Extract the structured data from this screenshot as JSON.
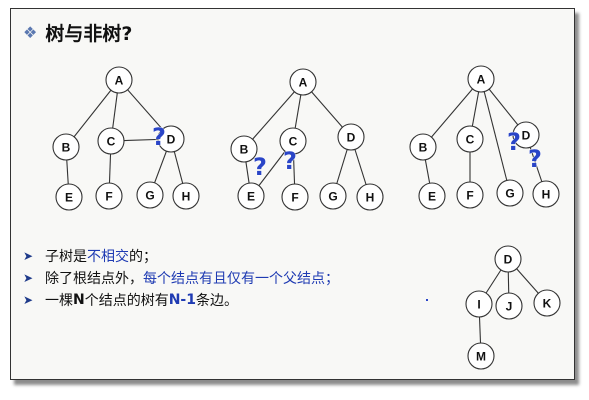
{
  "title": {
    "icon": "diamond-bullet-icon",
    "text": "树与非树?"
  },
  "bullets": [
    {
      "icon": "arrow-bullet-icon",
      "parts": [
        {
          "text": "子树是",
          "style": "normal"
        },
        {
          "text": "不相交",
          "style": "blue"
        },
        {
          "text": "的；",
          "style": "normal"
        }
      ]
    },
    {
      "icon": "arrow-bullet-icon",
      "parts": [
        {
          "text": "除了根结点外，",
          "style": "normal"
        },
        {
          "text": "每个结点有且仅有一个父结点；",
          "style": "blue"
        }
      ]
    },
    {
      "icon": "arrow-bullet-icon",
      "parts": [
        {
          "text": "一棵",
          "style": "normal"
        },
        {
          "text": "N",
          "style": "bold"
        },
        {
          "text": "个结点的树有",
          "style": "normal"
        },
        {
          "text": "N-1",
          "style": "blue-bold"
        },
        {
          "text": "条边。",
          "style": "normal"
        }
      ]
    }
  ],
  "question_mark": "?",
  "colors": {
    "node_stroke": "#333333",
    "question_blue": "#2a45c7",
    "text_blue": "#1f3bb3",
    "arrow": "#1e3a8a"
  },
  "trees": [
    {
      "nodes": [
        "A",
        "B",
        "C",
        "D",
        "E",
        "F",
        "G",
        "H"
      ],
      "edges": [
        [
          "A",
          "B"
        ],
        [
          "A",
          "C"
        ],
        [
          "A",
          "D"
        ],
        [
          "B",
          "E"
        ],
        [
          "C",
          "F"
        ],
        [
          "C",
          "D"
        ],
        [
          "D",
          "G"
        ],
        [
          "D",
          "H"
        ]
      ],
      "question_marks": 1
    },
    {
      "nodes": [
        "A",
        "B",
        "C",
        "D",
        "E",
        "F",
        "G",
        "H"
      ],
      "edges": [
        [
          "A",
          "B"
        ],
        [
          "A",
          "C"
        ],
        [
          "A",
          "D"
        ],
        [
          "B",
          "E"
        ],
        [
          "C",
          "E"
        ],
        [
          "C",
          "F"
        ],
        [
          "D",
          "G"
        ],
        [
          "D",
          "H"
        ]
      ],
      "question_marks": 2
    },
    {
      "nodes": [
        "A",
        "B",
        "C",
        "D",
        "E",
        "F",
        "G",
        "H"
      ],
      "edges": [
        [
          "A",
          "B"
        ],
        [
          "A",
          "C"
        ],
        [
          "A",
          "D"
        ],
        [
          "A",
          "G"
        ],
        [
          "B",
          "E"
        ],
        [
          "C",
          "F"
        ],
        [
          "D",
          "H"
        ]
      ],
      "question_marks": 2
    },
    {
      "nodes": [
        "D",
        "I",
        "J",
        "K",
        "M"
      ],
      "edges": [
        [
          "D",
          "I"
        ],
        [
          "D",
          "J"
        ],
        [
          "D",
          "K"
        ],
        [
          "I",
          "M"
        ]
      ],
      "question_marks": 0
    }
  ]
}
